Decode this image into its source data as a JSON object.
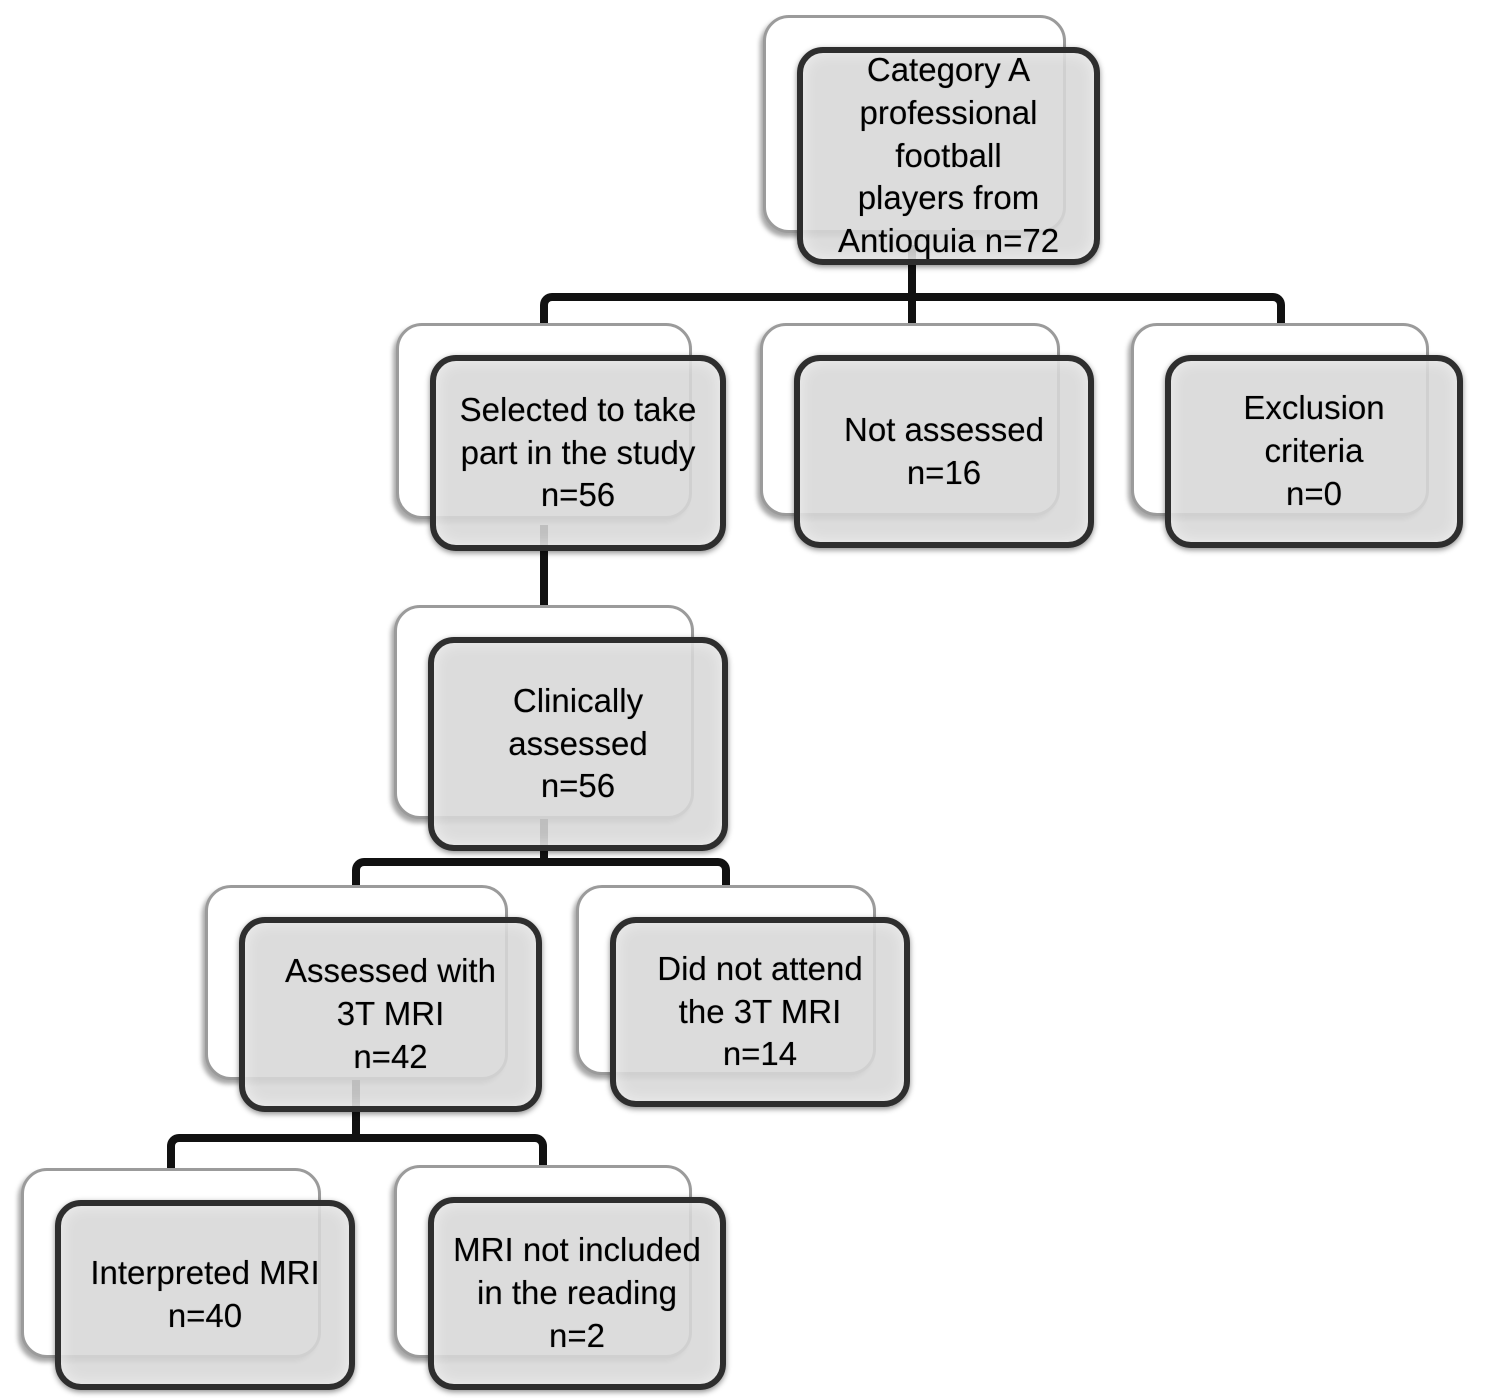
{
  "diagram": {
    "type": "flowchart",
    "description": "Study participant flow diagram",
    "colors": {
      "box_fill": "#d7d7d7",
      "box_border": "#2e2e2e",
      "shadow_box_fill": "#ffffff",
      "shadow_box_border": "#9b9b9b",
      "connector": "#111111",
      "text": "#000000",
      "background": "#ffffff"
    },
    "nodes": [
      {
        "id": "players",
        "lines": [
          "Category A",
          "professional",
          "football",
          "players from",
          "Antioquia n=72"
        ],
        "n": 72
      },
      {
        "id": "selected",
        "lines": [
          "Selected to take",
          "part in the study",
          "n=56"
        ],
        "n": 56
      },
      {
        "id": "not_assessed",
        "lines": [
          "Not assessed",
          "n=16"
        ],
        "n": 16
      },
      {
        "id": "exclusion_criteria",
        "lines": [
          "Exclusion",
          "criteria",
          "n=0"
        ],
        "n": 0
      },
      {
        "id": "clinically_assessed",
        "lines": [
          "Clinically",
          "assessed",
          "n=56"
        ],
        "n": 56
      },
      {
        "id": "assessed_3t_mri",
        "lines": [
          "Assessed with",
          "3T MRI",
          "n=42"
        ],
        "n": 42
      },
      {
        "id": "did_not_attend_mri",
        "lines": [
          "Did not attend",
          "the 3T MRI",
          "n=14"
        ],
        "n": 14
      },
      {
        "id": "interpreted_mri",
        "lines": [
          "Interpreted MRI",
          "n=40"
        ],
        "n": 40
      },
      {
        "id": "mri_not_included",
        "lines": [
          "MRI not included",
          "in the reading",
          "n=2"
        ],
        "n": 2
      }
    ],
    "edges": [
      {
        "from": "players",
        "to": "selected"
      },
      {
        "from": "players",
        "to": "not_assessed"
      },
      {
        "from": "players",
        "to": "exclusion_criteria"
      },
      {
        "from": "selected",
        "to": "clinically_assessed"
      },
      {
        "from": "clinically_assessed",
        "to": "assessed_3t_mri"
      },
      {
        "from": "clinically_assessed",
        "to": "did_not_attend_mri"
      },
      {
        "from": "assessed_3t_mri",
        "to": "interpreted_mri"
      },
      {
        "from": "assessed_3t_mri",
        "to": "mri_not_included"
      }
    ]
  }
}
